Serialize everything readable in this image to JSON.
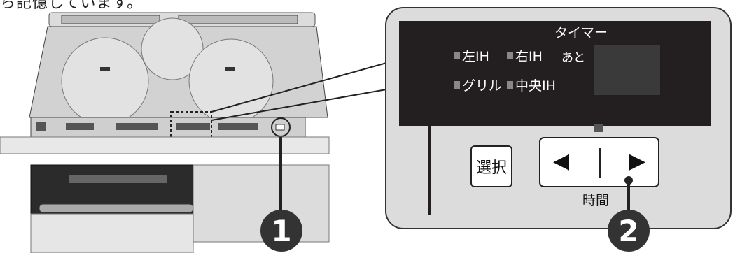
{
  "caption": "ら記憶しています。",
  "panel": {
    "timer_title": "タイマー",
    "labels": {
      "left_ih": "左IH",
      "right_ih": "右IH",
      "ato": "あと",
      "grill": "グリル",
      "center_ih": "中央IH"
    },
    "select_button": "選択",
    "left_arrow": "◀",
    "right_arrow": "▶",
    "time_label": "時間"
  },
  "badges": {
    "one": "1",
    "two": "2"
  },
  "colors": {
    "panel_dark": "#231f20",
    "panel_light": "#dcdcdc",
    "stove_top": "#c8c8c8",
    "indicator": "#888888"
  }
}
